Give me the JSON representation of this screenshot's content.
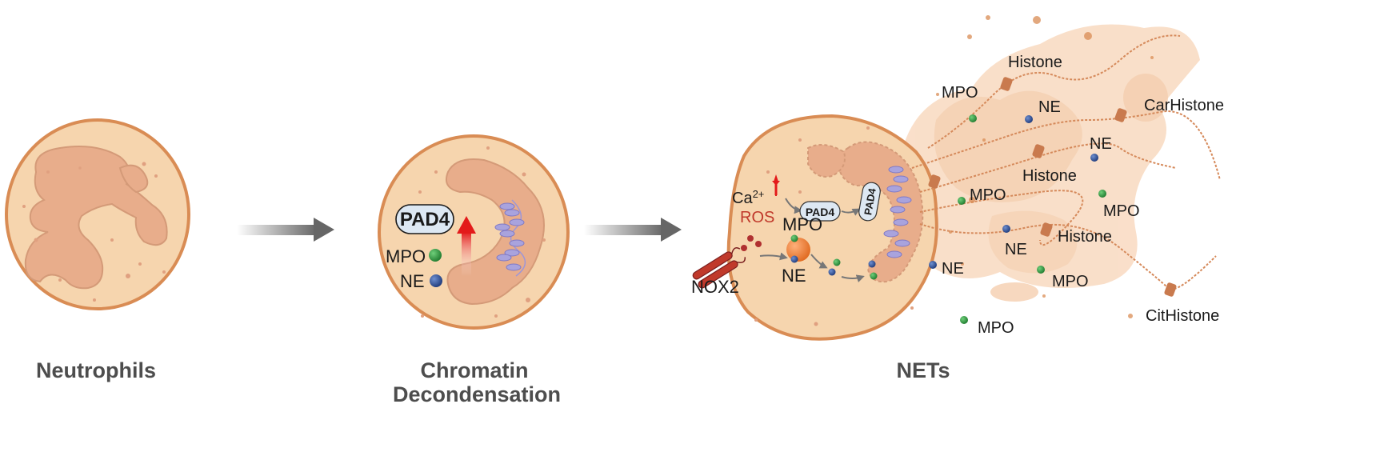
{
  "stages": [
    {
      "title": [
        "Neutrophils"
      ]
    },
    {
      "title": [
        "Chromatin",
        "Decondensation"
      ]
    },
    {
      "title": [
        "NETs"
      ]
    }
  ],
  "cell2": {
    "enzyme": "PAD4",
    "granule_1": "MPO",
    "granule_2": "NE"
  },
  "cell3": {
    "calcium": "Ca",
    "calcium_sup": "2+",
    "ros": "ROS",
    "enzyme": "PAD4",
    "granule_1": "MPO",
    "granule_2": "NE",
    "channel": "NOX2"
  },
  "net_labels": {
    "histone_1": "Histone",
    "histone_2": "Histone",
    "histone_3": "Histone",
    "carhistone": "CarHistone",
    "cithistone": "CitHistone",
    "mpo_1": "MPO",
    "mpo_2": "MPO",
    "mpo_3": "MPO",
    "mpo_4": "MPO",
    "mpo_5": "MPO",
    "ne_1": "NE",
    "ne_2": "NE",
    "ne_3": "NE",
    "ne_4": "NE"
  },
  "colors": {
    "cell_fill": "#f6d5ae",
    "cell_border": "#d98c54",
    "nucleus": "#e8ad8b",
    "net_cloud": "#f9dcc4",
    "mpo_green": "#2e8b3e",
    "ne_blue": "#2a4a8a",
    "arrow_gray": "#666666",
    "ros_red": "#c0392b",
    "pad4_fill": "#dde8f3",
    "histone_purple": "#a9a3dd"
  }
}
